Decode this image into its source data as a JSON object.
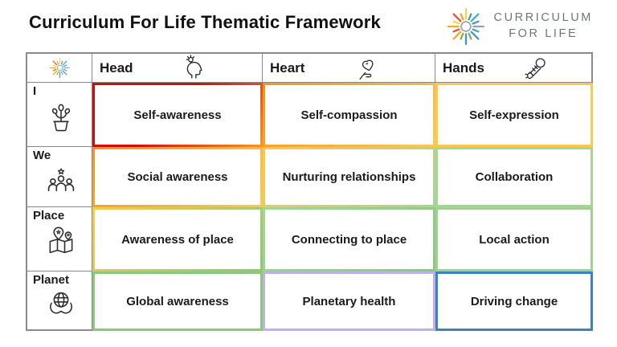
{
  "page": {
    "title": "Curriculum For Life Thematic Framework"
  },
  "logo": {
    "line1": "CURRICULUM",
    "line2": "FOR LIFE",
    "icon": "sunburst-logo-icon"
  },
  "table": {
    "corner_icon": "sunburst-logo-icon",
    "columns": [
      {
        "label": "Head",
        "icon": "thinking-head-lightbulb-icon"
      },
      {
        "label": "Heart",
        "icon": "hand-holding-heart-icon"
      },
      {
        "label": "Hands",
        "icon": "rolled-sleeve-arm-icon"
      }
    ],
    "rows": [
      {
        "label": "I",
        "icon": "potted-plant-icon",
        "cells": [
          "Self-awareness",
          "Self-compassion",
          "Self-expression"
        ]
      },
      {
        "label": "We",
        "icon": "group-people-icon",
        "cells": [
          "Social awareness",
          "Nurturing relationships",
          "Collaboration"
        ]
      },
      {
        "label": "Place",
        "icon": "map-with-pins-icon",
        "cells": [
          "Awareness of place",
          "Connecting to place",
          "Local action"
        ]
      },
      {
        "label": "Planet",
        "icon": "hands-holding-globe-icon",
        "cells": [
          "Global awareness",
          "Planetary health",
          "Driving change"
        ]
      }
    ]
  },
  "palette": {
    "red": "#d20c0c",
    "orange": "#f79422",
    "amber": "#fcc84e",
    "green_light": "#a6d596",
    "green": "#8cc87c",
    "purple": "#c2b0e2",
    "blue": "#3b82c4",
    "grid_gray": "#8a8a8a",
    "logo_text_gray": "#70757a",
    "text": "#1b1b1b"
  }
}
